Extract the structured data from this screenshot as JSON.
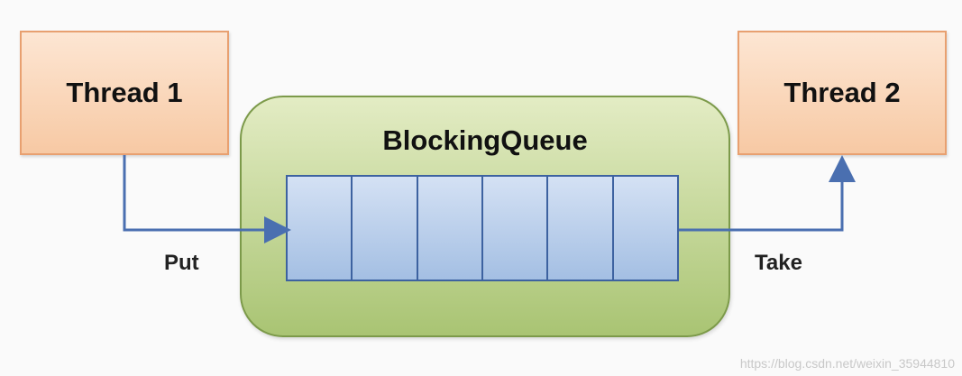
{
  "thread1": {
    "label": "Thread 1"
  },
  "thread2": {
    "label": "Thread 2"
  },
  "queue": {
    "title": "BlockingQueue",
    "slot_count": 6
  },
  "edges": {
    "put_label": "Put",
    "take_label": "Take"
  },
  "watermark": "https://blog.csdn.net/weixin_35944810",
  "colors": {
    "thread_fill": "#f7c9a4",
    "thread_border": "#e8a070",
    "queue_fill": "#a9c473",
    "queue_border": "#7c9a4a",
    "slot_fill": "#b3cbe9",
    "arrow": "#4a6fb0"
  }
}
